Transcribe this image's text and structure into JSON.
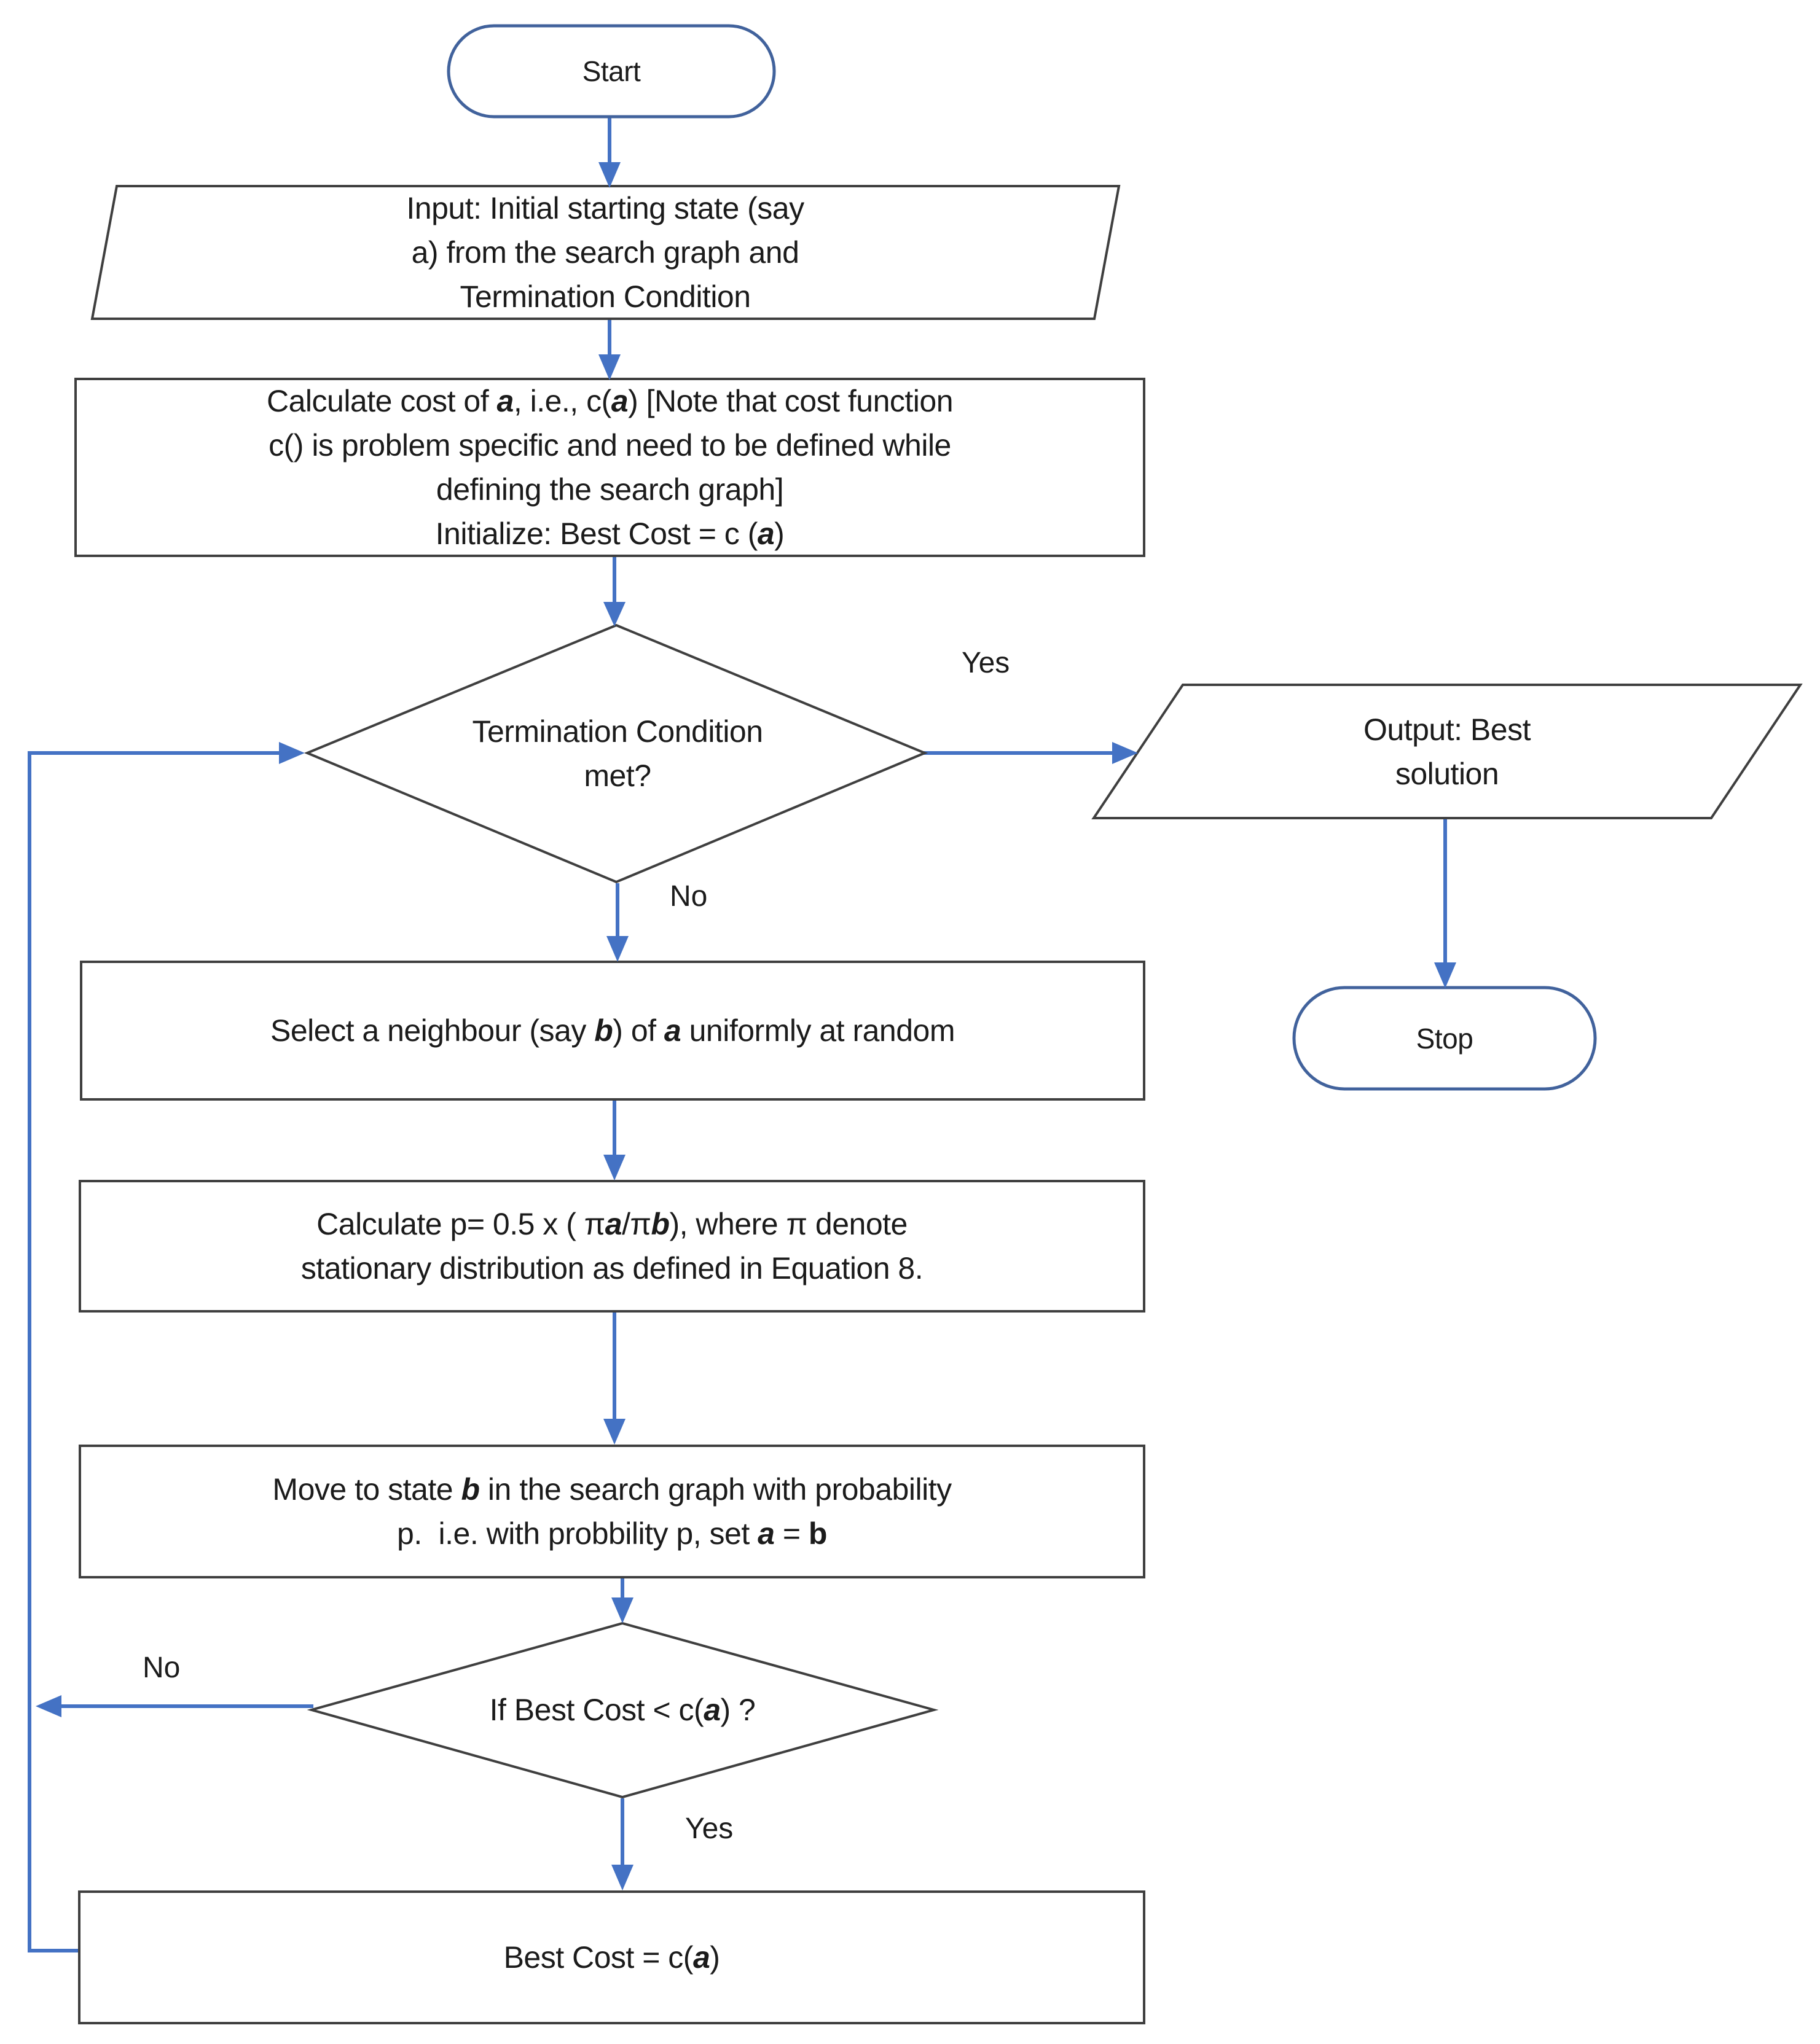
{
  "colors": {
    "connector": "#4472C4",
    "shape_outline": "#3F3F3F",
    "terminator_outline": "#41629C",
    "text": "#1b1b1b"
  },
  "nodes": {
    "start": {
      "label": "Start"
    },
    "input": {
      "rich": [
        {
          "t": "Input: Initial starting state (say"
        },
        {
          "br": true
        },
        {
          "t": "a) from the search graph and"
        },
        {
          "br": true
        },
        {
          "t": "Termination Condition"
        }
      ]
    },
    "calculate_cost": {
      "rich": [
        {
          "t": "Calculate cost of "
        },
        {
          "t": "a",
          "s": "bi"
        },
        {
          "t": ", i.e., c("
        },
        {
          "t": "a",
          "s": "bi"
        },
        {
          "t": ") [Note that cost function"
        },
        {
          "br": true
        },
        {
          "t": "c() is problem specific and need to be defined while"
        },
        {
          "br": true
        },
        {
          "t": "defining the search graph]"
        },
        {
          "br": true
        },
        {
          "t": "Initialize: Best Cost = c ("
        },
        {
          "t": "a",
          "s": "bi"
        },
        {
          "t": ")"
        }
      ]
    },
    "termination_decision": {
      "rich": [
        {
          "t": "Termination Condition"
        },
        {
          "br": true
        },
        {
          "t": "met?"
        }
      ]
    },
    "output": {
      "rich": [
        {
          "t": "Output: Best"
        },
        {
          "br": true
        },
        {
          "t": "solution"
        }
      ]
    },
    "stop": {
      "label": "Stop"
    },
    "select_neighbour": {
      "rich": [
        {
          "t": "Select a neighbour (say "
        },
        {
          "t": "b",
          "s": "bi"
        },
        {
          "t": ") of "
        },
        {
          "t": "a",
          "s": "bi"
        },
        {
          "t": " uniformly at random"
        }
      ]
    },
    "calculate_p": {
      "rich": [
        {
          "t": "Calculate p= 0.5 x ( π"
        },
        {
          "t": "a",
          "s": "bi"
        },
        {
          "t": "/π"
        },
        {
          "t": "b",
          "s": "bi"
        },
        {
          "t": "), where π denote"
        },
        {
          "br": true
        },
        {
          "t": "stationary distribution as defined in Equation 8."
        }
      ]
    },
    "move_state": {
      "rich": [
        {
          "t": "Move to state "
        },
        {
          "t": "b",
          "s": "bi"
        },
        {
          "t": " in the search graph with probability"
        },
        {
          "br": true
        },
        {
          "t": "p.  i.e. with probbility p, set "
        },
        {
          "t": "a",
          "s": "bi"
        },
        {
          "t": " = "
        },
        {
          "t": "b",
          "s": "b"
        }
      ]
    },
    "best_cost_decision": {
      "rich": [
        {
          "t": "If Best Cost < c("
        },
        {
          "t": "a",
          "s": "bi"
        },
        {
          "t": ") ?"
        }
      ]
    },
    "update_best_cost": {
      "rich": [
        {
          "t": "Best Cost = c("
        },
        {
          "t": "a",
          "s": "bi"
        },
        {
          "t": ")"
        }
      ]
    }
  },
  "edge_labels": {
    "termination_yes": "Yes",
    "termination_no": "No",
    "best_cost_no": "No",
    "best_cost_yes": "Yes"
  }
}
